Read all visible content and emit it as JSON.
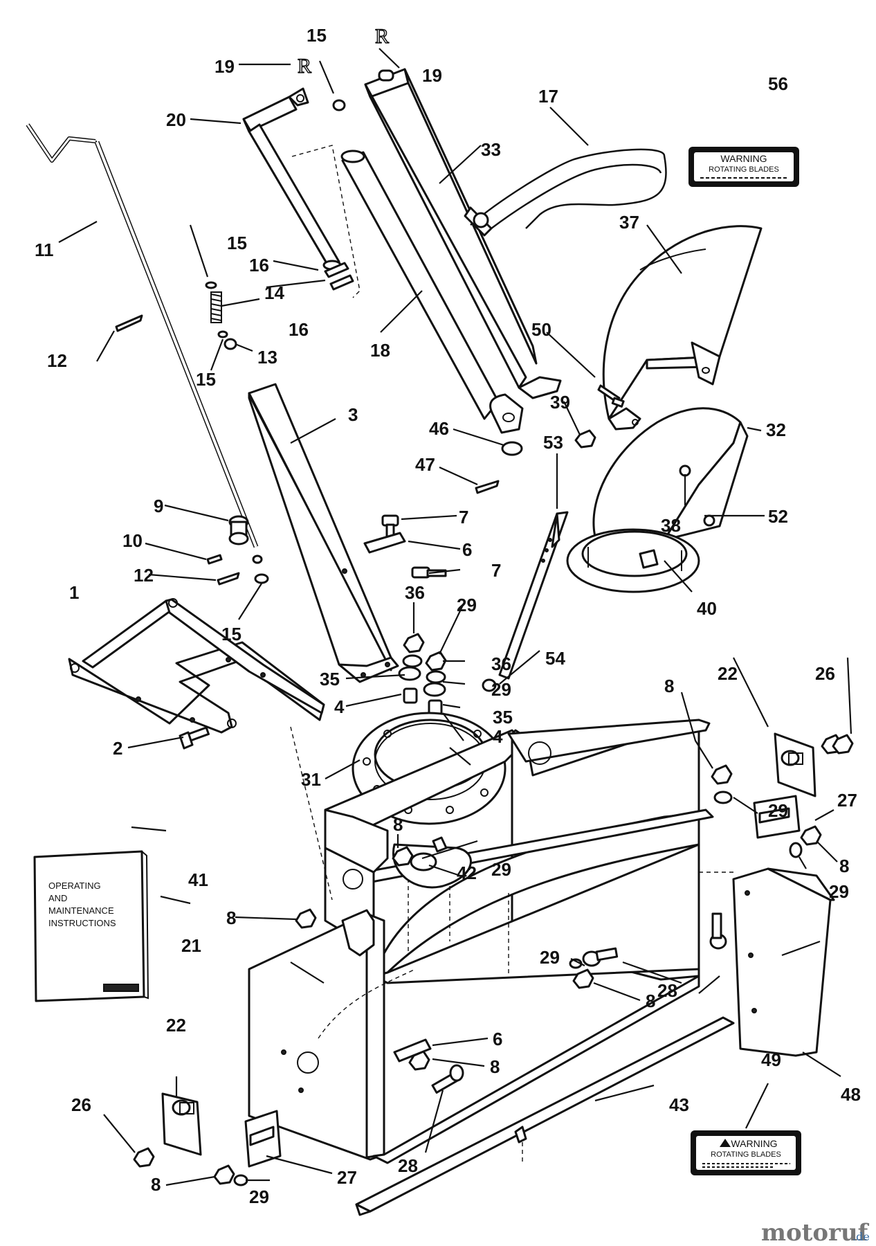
{
  "diagram": {
    "labels": {
      "l1": "1",
      "l2": "2",
      "l3": "3",
      "l4a": "4",
      "l4b": "4",
      "l6a": "6",
      "l6b": "6",
      "l7a": "7",
      "l7b": "7",
      "l8a": "8",
      "l8b": "8",
      "l8c": "8",
      "l8d": "8",
      "l8e": "8",
      "l8f": "8",
      "l8g": "8",
      "l9": "9",
      "l10": "10",
      "l11": "11",
      "l12a": "12",
      "l12b": "12",
      "l13": "13",
      "l14": "14",
      "l15a": "15",
      "l15b": "15",
      "l15c": "15",
      "l15d": "15",
      "l16a": "16",
      "l16b": "16",
      "l17": "17",
      "l18": "18",
      "l19a": "19",
      "l19b": "19",
      "l20": "20",
      "l21": "21",
      "l22a": "22",
      "l22b": "22",
      "l26a": "26",
      "l26b": "26",
      "l27a": "27",
      "l27b": "27",
      "l28a": "28",
      "l28b": "28",
      "l29a": "29",
      "l29b": "29",
      "l29c": "29",
      "l29d": "29",
      "l29e": "29",
      "l29f": "29",
      "l31": "31",
      "l32": "32",
      "l33": "33",
      "l35a": "35",
      "l35b": "35",
      "l36a": "36",
      "l36b": "36",
      "l37": "37",
      "l38": "38",
      "l39": "39",
      "l40": "40",
      "l41": "41",
      "l42": "42",
      "l43": "43",
      "l46": "46",
      "l47": "47",
      "l48": "48",
      "l49": "49",
      "l50": "50",
      "l52": "52",
      "l53": "53",
      "l54": "54",
      "l56": "56"
    },
    "manual": {
      "line1": "OPERATING",
      "line2": "AND",
      "line3": "MAINTENANCE",
      "line4": "INSTRUCTIONS"
    },
    "decal_56": {
      "title": "WARNING",
      "subtitle": "ROTATING BLADES"
    },
    "decal_49": {
      "title": "WARNING",
      "subtitle": "ROTATING BLADES"
    }
  },
  "watermark": {
    "brand": "motoruf",
    "suffix": ".de"
  },
  "colors": {
    "ink": "#111111",
    "watermark_red": "#c0392b",
    "watermark_gray": "#777777",
    "watermark_blue": "#3a6ea5"
  }
}
